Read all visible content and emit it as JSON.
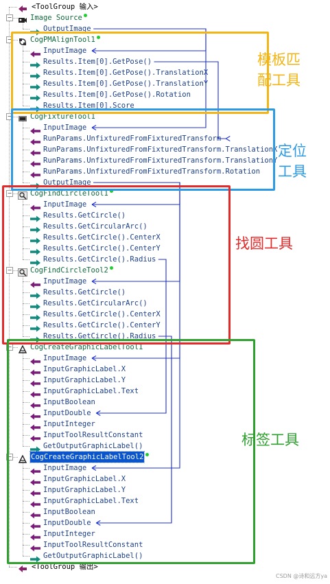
{
  "colors": {
    "tool_text": "#0d6b3c",
    "terminal_text": "#1a3f8c",
    "input_arrow": "#7a1a7a",
    "output_arrow": "#0e8a7e",
    "link_blue": "#1d2fd0",
    "box_template": "#f2b515",
    "box_fixture": "#2b9ae3",
    "box_circle": "#e32a2a",
    "box_label": "#2ea02e",
    "selected_bg": "#0a55cc"
  },
  "rows": [
    {
      "kind": "group",
      "text": "<ToolGroup 输入>",
      "icon": "group-arrow-icon"
    },
    {
      "kind": "tool",
      "text": "Image Source",
      "icon": "camera-icon",
      "dot": true
    },
    {
      "kind": "out",
      "text": "OutputImage"
    },
    {
      "kind": "tool",
      "text": "CogPMAlignTool1",
      "icon": "pmalign-icon",
      "dot": true
    },
    {
      "kind": "in",
      "text": "InputImage"
    },
    {
      "kind": "out",
      "text": "Results.Item[0].GetPose()"
    },
    {
      "kind": "out",
      "text": "Results.Item[0].GetPose().TranslationX"
    },
    {
      "kind": "out",
      "text": "Results.Item[0].GetPose().TranslationY"
    },
    {
      "kind": "out",
      "text": "Results.Item[0].GetPose().Rotation"
    },
    {
      "kind": "out",
      "text": "Results.Item[0].Score"
    },
    {
      "kind": "tool",
      "text": "CogFixtureTool1",
      "icon": "fixture-icon",
      "dot": false
    },
    {
      "kind": "in",
      "text": "InputImage"
    },
    {
      "kind": "in",
      "text": "RunParams.UnfixturedFromFixturedTransform"
    },
    {
      "kind": "in",
      "text": "RunParams.UnfixturedFromFixturedTransform.TranslationX"
    },
    {
      "kind": "in",
      "text": "RunParams.UnfixturedFromFixturedTransform.TranslationY"
    },
    {
      "kind": "in",
      "text": "RunParams.UnfixturedFromFixturedTransform.Rotation"
    },
    {
      "kind": "out",
      "text": "OutputImage"
    },
    {
      "kind": "tool",
      "text": "CogFindCircleTool1",
      "icon": "findcircle-icon",
      "dot": true
    },
    {
      "kind": "in",
      "text": "InputImage"
    },
    {
      "kind": "out",
      "text": "Results.GetCircle()"
    },
    {
      "kind": "out",
      "text": "Results.GetCircularArc()"
    },
    {
      "kind": "out",
      "text": "Results.GetCircle().CenterX"
    },
    {
      "kind": "out",
      "text": "Results.GetCircle().CenterY"
    },
    {
      "kind": "out",
      "text": "Results.GetCircle().Radius"
    },
    {
      "kind": "tool",
      "text": "CogFindCircleTool2",
      "icon": "findcircle-icon",
      "dot": true
    },
    {
      "kind": "in",
      "text": "InputImage"
    },
    {
      "kind": "out",
      "text": "Results.GetCircle()"
    },
    {
      "kind": "out",
      "text": "Results.GetCircularArc()"
    },
    {
      "kind": "out",
      "text": "Results.GetCircle().CenterX"
    },
    {
      "kind": "out",
      "text": "Results.GetCircle().CenterY"
    },
    {
      "kind": "out",
      "text": "Results.GetCircle().Radius"
    },
    {
      "kind": "tool",
      "text": "CogCreateGraphicLabelTool1",
      "icon": "graphic-label-icon",
      "dot": false
    },
    {
      "kind": "in",
      "text": "InputImage"
    },
    {
      "kind": "in",
      "text": "InputGraphicLabel.X"
    },
    {
      "kind": "in",
      "text": "InputGraphicLabel.Y"
    },
    {
      "kind": "in",
      "text": "InputGraphicLabel.Text"
    },
    {
      "kind": "in",
      "text": "InputBoolean"
    },
    {
      "kind": "in",
      "text": "InputDouble"
    },
    {
      "kind": "in",
      "text": "InputInteger"
    },
    {
      "kind": "in",
      "text": "InputToolResultConstant"
    },
    {
      "kind": "out",
      "text": "GetOutputGraphicLabel()"
    },
    {
      "kind": "tool",
      "text": "CogCreateGraphicLabelTool2",
      "icon": "graphic-label-icon",
      "dot": true,
      "selected": true
    },
    {
      "kind": "in",
      "text": "InputImage"
    },
    {
      "kind": "in",
      "text": "InputGraphicLabel.X"
    },
    {
      "kind": "in",
      "text": "InputGraphicLabel.Y"
    },
    {
      "kind": "in",
      "text": "InputGraphicLabel.Text"
    },
    {
      "kind": "in",
      "text": "InputBoolean"
    },
    {
      "kind": "in",
      "text": "InputDouble"
    },
    {
      "kind": "in",
      "text": "InputInteger"
    },
    {
      "kind": "in",
      "text": "InputToolResultConstant"
    },
    {
      "kind": "out",
      "text": "GetOutputGraphicLabel()"
    },
    {
      "kind": "group",
      "text": "<ToolGroup 输出>",
      "icon": "group-arrow-icon"
    }
  ],
  "annotations": [
    {
      "text": "模板匹\n配工具",
      "color": "#f2b515"
    },
    {
      "text": "定位\n工具",
      "color": "#2b9ae3"
    },
    {
      "text": "找圆工具",
      "color": "#e32a2a"
    },
    {
      "text": "标签工具",
      "color": "#2ea02e"
    }
  ],
  "watermark": "CSDN @诗和远方ya"
}
